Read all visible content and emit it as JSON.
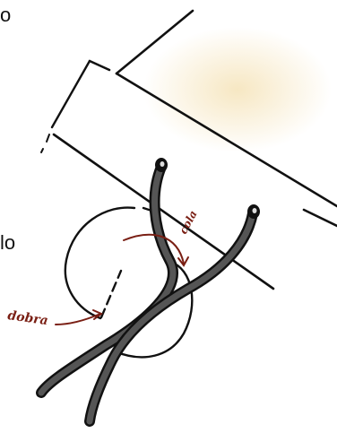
{
  "fragments": {
    "top_left": "o",
    "mid_left": "lo"
  },
  "annotations": {
    "dobra": "dobra",
    "cola": "cola"
  },
  "colors": {
    "ink": "#111111",
    "annotation": "#7a1f14",
    "tape_tint": "#f5e3b8"
  }
}
